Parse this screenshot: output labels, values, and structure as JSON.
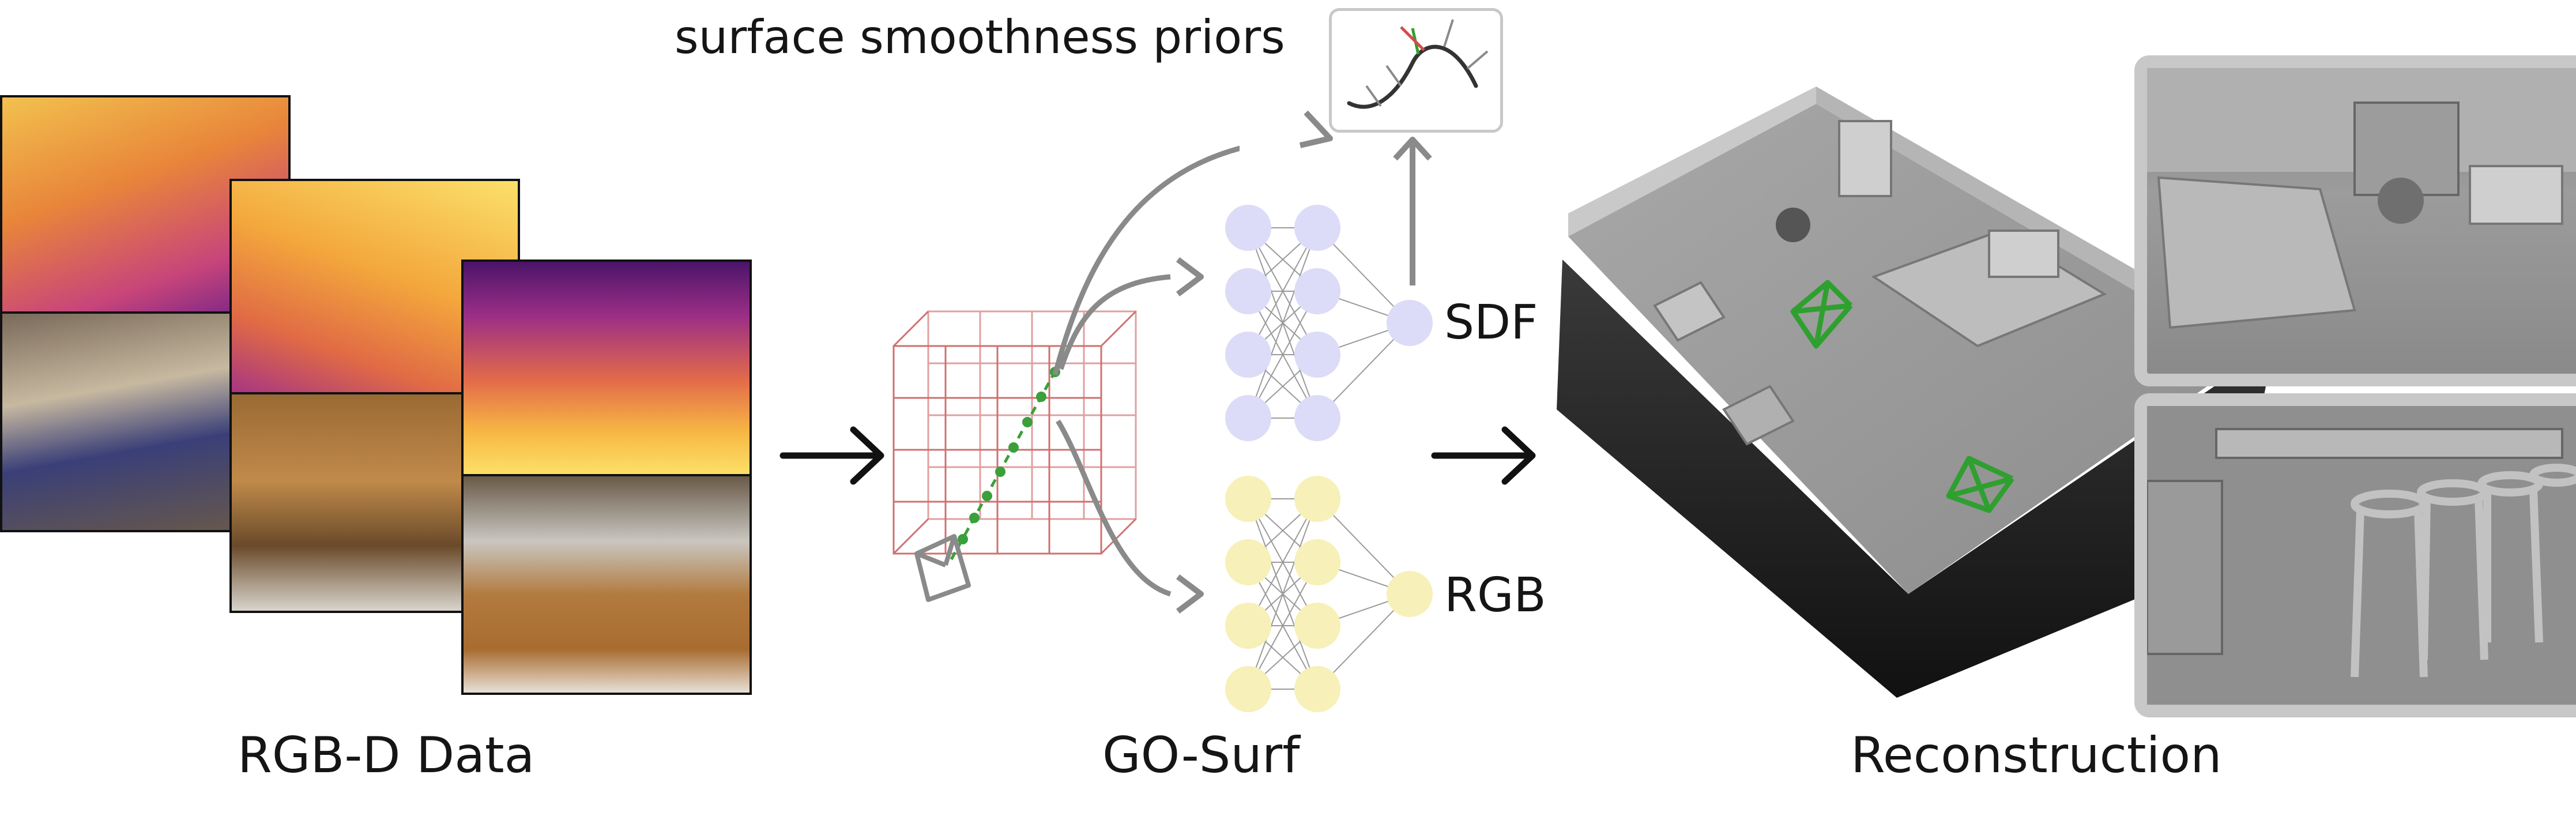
{
  "labels": {
    "rgbd": "RGB-D Data",
    "gosurf": "GO-Surf",
    "reconstruction": "Reconstruction",
    "priors": "surface smoothness priors",
    "sdf": "SDF",
    "rgb": "RGB"
  },
  "colors": {
    "arrow": "#8a8a8a",
    "grid": "#d98a8a",
    "sdf_node": "#dcdcf8",
    "rgb_node": "#f7f0b8",
    "ray": "#3aa03a",
    "camera": "#2fa02f"
  },
  "icons": [
    "arrow-right-icon",
    "camera-frustum-icon",
    "normal-curve-icon"
  ]
}
